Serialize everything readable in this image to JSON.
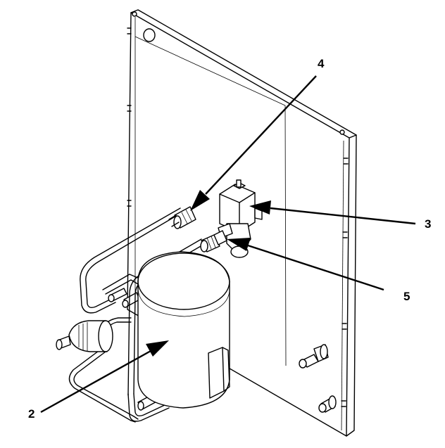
{
  "figure": {
    "callouts": [
      {
        "id": "callout-2",
        "label": "2"
      },
      {
        "id": "callout-3",
        "label": "3"
      },
      {
        "id": "callout-4",
        "label": "4"
      },
      {
        "id": "callout-5",
        "label": "5"
      }
    ]
  }
}
